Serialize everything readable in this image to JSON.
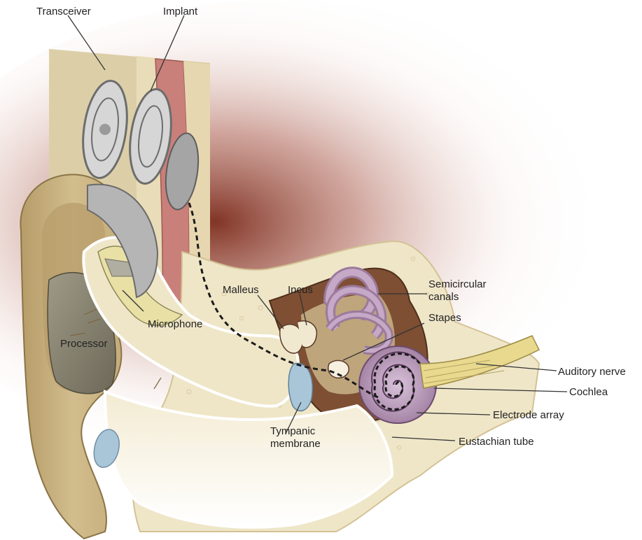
{
  "labels": {
    "transceiver": "Transceiver",
    "implant": "Implant",
    "semicircular_canals_line1": "Semicircular",
    "semicircular_canals_line2": "canals",
    "malleus": "Malleus",
    "incus": "Incus",
    "stapes": "Stapes",
    "microphone": "Microphone",
    "processor": "Processor",
    "auditory_nerve": "Auditory nerve",
    "cochlea": "Cochlea",
    "electrode_array": "Electrode array",
    "tympanic_membrane_line1": "Tympanic",
    "tympanic_membrane_line2": "membrane",
    "eustachian_tube": "Eustachian tube"
  },
  "colors": {
    "skin": "#c9b48a",
    "skin_dark": "#a8915f",
    "bone": "#efe6c8",
    "bone_edge": "#d8c99c",
    "cavity": "#5a3a2a",
    "inner_ear": "#b79ab8",
    "inner_ear_dark": "#7d5a7e",
    "nerve": "#e8d98e",
    "muscle": "#c97f7a",
    "device_gray": "#8a8a8a",
    "device_light": "#cfcfcf",
    "membrane_blue": "#a9c6d9",
    "shadow_red": "#7a2a1a",
    "label_line": "#333333"
  }
}
